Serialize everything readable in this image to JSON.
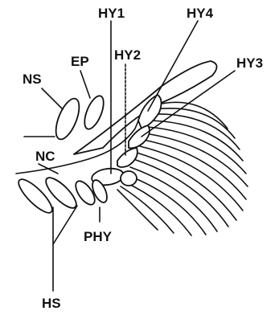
{
  "labels": {
    "hy1": "HY1",
    "hy4": "HY4",
    "hy2": "HY2",
    "hy3": "HY3",
    "ns": "NS",
    "ep": "EP",
    "nc": "NC",
    "phy": "PHY",
    "hs": "HS"
  },
  "colors": {
    "ink": "#111111",
    "background": "#ffffff"
  }
}
